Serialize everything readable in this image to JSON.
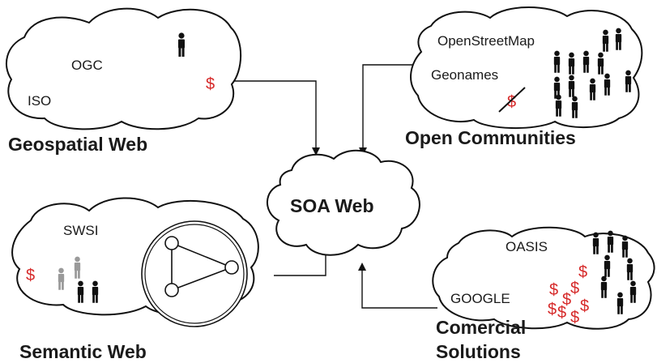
{
  "clouds": {
    "geospatial": {
      "title": "Geospatial Web",
      "items": [
        "OGC",
        "ISO"
      ]
    },
    "open": {
      "title": "Open Communities",
      "items": [
        "OpenStreetMap",
        "Geonames"
      ]
    },
    "center": {
      "title": "SOA Web"
    },
    "semantic": {
      "title": "Semantic Web",
      "items": [
        "SWSI"
      ]
    },
    "commercial": {
      "title_line1": "Comercial",
      "title_line2": "Solutions",
      "items": [
        "OASIS",
        "GOOGLE"
      ]
    }
  },
  "symbols": {
    "dollar": "$"
  },
  "colors": {
    "dollar": "#d62a2a",
    "ink": "#111111",
    "person_grey": "#9a9a9a"
  }
}
